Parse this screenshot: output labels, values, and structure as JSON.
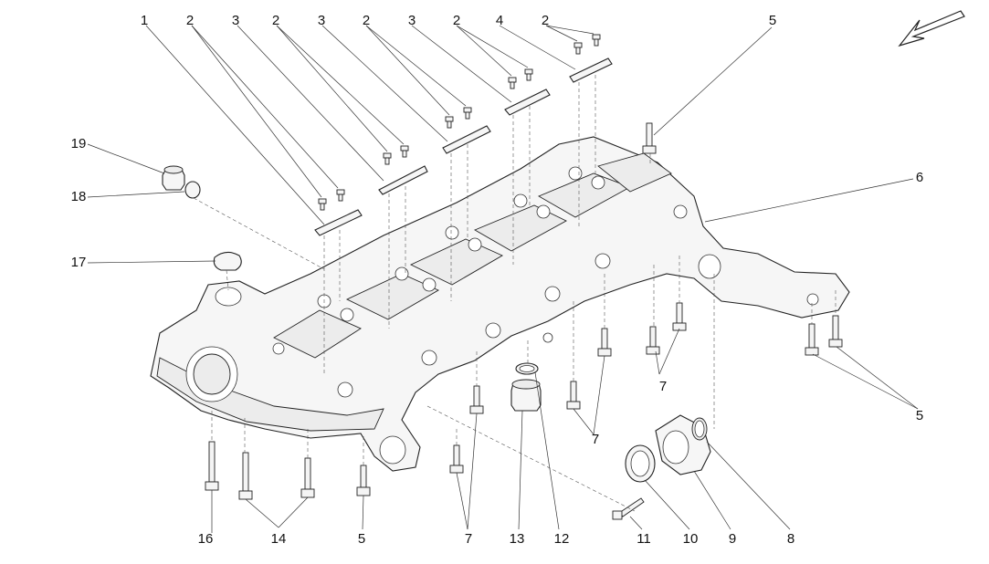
{
  "callouts": [
    {
      "id": "c1",
      "text": "1"
    },
    {
      "id": "c2a",
      "text": "2"
    },
    {
      "id": "c3a",
      "text": "3"
    },
    {
      "id": "c2b",
      "text": "2"
    },
    {
      "id": "c3b",
      "text": "3"
    },
    {
      "id": "c2c",
      "text": "2"
    },
    {
      "id": "c3c",
      "text": "3"
    },
    {
      "id": "c2d",
      "text": "2"
    },
    {
      "id": "c4",
      "text": "4"
    },
    {
      "id": "c2e",
      "text": "2"
    },
    {
      "id": "c5top",
      "text": "5"
    },
    {
      "id": "c6",
      "text": "6"
    },
    {
      "id": "c19",
      "text": "19"
    },
    {
      "id": "c18",
      "text": "18"
    },
    {
      "id": "c17",
      "text": "17"
    },
    {
      "id": "c7a",
      "text": "7"
    },
    {
      "id": "c7b",
      "text": "7"
    },
    {
      "id": "c5right",
      "text": "5"
    },
    {
      "id": "c16",
      "text": "16"
    },
    {
      "id": "c14",
      "text": "14"
    },
    {
      "id": "c5bot",
      "text": "5"
    },
    {
      "id": "c7c",
      "text": "7"
    },
    {
      "id": "c13",
      "text": "13"
    },
    {
      "id": "c12",
      "text": "12"
    },
    {
      "id": "c11",
      "text": "11"
    },
    {
      "id": "c10",
      "text": "10"
    },
    {
      "id": "c9",
      "text": "9"
    },
    {
      "id": "c8",
      "text": "8"
    }
  ],
  "icons": {
    "direction_arrow": "arrow-down-left-icon"
  }
}
